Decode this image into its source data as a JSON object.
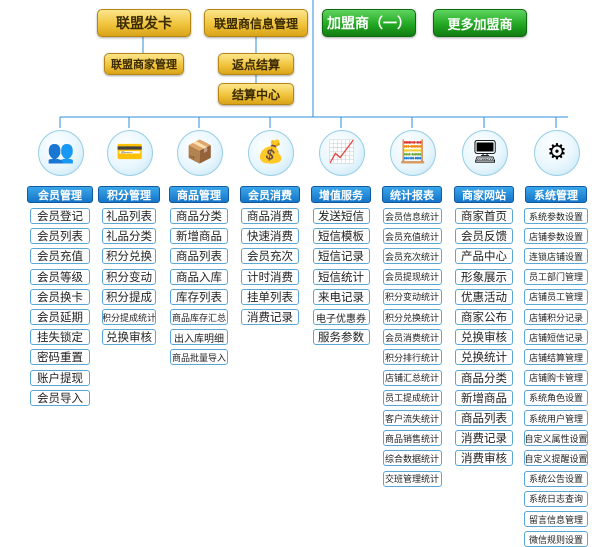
{
  "top_buttons": {
    "gold_1": "联盟发卡",
    "gold_2": "联盟商信息管理",
    "green_1": "加盟商（一）",
    "green_2": "更多加盟商"
  },
  "sub_buttons": {
    "alliance_merchant": "联盟商家管理",
    "rebate_settlement": "返点结算",
    "settlement_center": "结算中心"
  },
  "columns": [
    {
      "icon": "people-icon",
      "glyph": "👥",
      "header": "会员管理",
      "items": [
        "会员登记",
        "会员列表",
        "会员充值",
        "会员等级",
        "会员换卡",
        "会员延期",
        "挂失锁定",
        "密码重置",
        "账户提现",
        "会员导入"
      ]
    },
    {
      "icon": "credit-card-icon",
      "glyph": "💳",
      "header": "积分管理",
      "items": [
        "礼品列表",
        "礼品分类",
        "积分兑换",
        "积分变动",
        "积分提成",
        "积分提成统计",
        "兑换审核"
      ]
    },
    {
      "icon": "gift-box-icon",
      "glyph": "📦",
      "header": "商品管理",
      "items": [
        "商品分类",
        "新增商品",
        "商品列表",
        "商品入库",
        "库存列表",
        "商品库存汇总",
        "出入库明细",
        "商品批量导入"
      ]
    },
    {
      "icon": "coins-icon",
      "glyph": "💰",
      "header": "会员消费",
      "items": [
        "商品消费",
        "快速消费",
        "会员充次",
        "计时消费",
        "挂单列表",
        "消费记录"
      ]
    },
    {
      "icon": "monitor-chart-icon",
      "glyph": "📈",
      "header": "增值服务",
      "items": [
        "发送短信",
        "短信模板",
        "短信记录",
        "短信统计",
        "来电记录",
        "电子优惠券",
        "服务参数"
      ]
    },
    {
      "icon": "calculator-icon",
      "glyph": "🧮",
      "header": "统计报表",
      "items": [
        "会员信息统计",
        "会员充值统计",
        "会员充次统计",
        "会员提现统计",
        "积分变动统计",
        "积分兑换统计",
        "会员消费统计",
        "积分排行统计",
        "店铺汇总统计",
        "员工提成统计",
        "客户流失统计",
        "商品销售统计",
        "综合数据统计",
        "交班管理统计"
      ]
    },
    {
      "icon": "storefront-icon",
      "glyph": "🖥",
      "header": "商家网站",
      "items": [
        "商家首页",
        "会员反馈",
        "产品中心",
        "形象展示",
        "优惠活动",
        "商家公布",
        "兑换审核",
        "兑换统计",
        "商品分类",
        "新增商品",
        "商品列表",
        "消费记录",
        "消费审核"
      ]
    },
    {
      "icon": "gears-icon",
      "glyph": "⚙",
      "header": "系统管理",
      "items": [
        "系统参数设置",
        "店铺参数设置",
        "连锁店铺设置",
        "员工部门管理",
        "店铺员工管理",
        "店铺积分记录",
        "店铺短信记录",
        "店铺结算管理",
        "店铺购卡管理",
        "系统角色设置",
        "系统用户管理",
        "自定义属性设置",
        "自定义提醒设置",
        "系统公告设置",
        "系统日志查询",
        "留言信息管理",
        "微信规则设置"
      ]
    }
  ]
}
